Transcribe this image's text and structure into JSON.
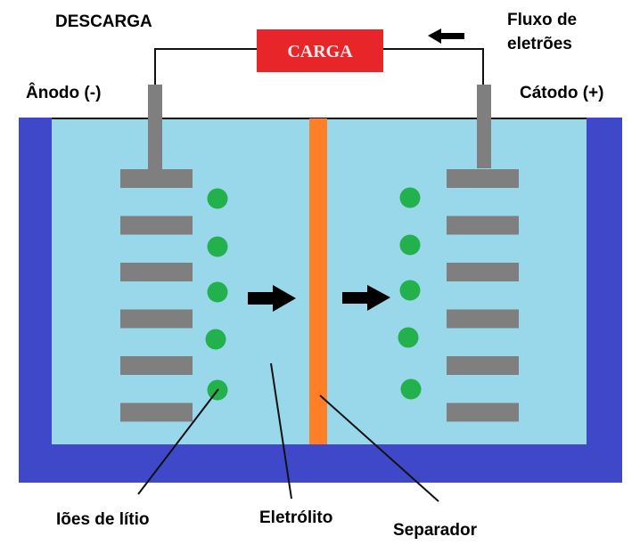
{
  "title": "Bateria de iões de lítio — descarga",
  "mode_label": "DESCARGA",
  "load_label": "CARGA",
  "electron_flow_label": "Fluxo de eletrões",
  "electron_flow_lines": [
    "Fluxo de",
    "eletrões"
  ],
  "anode_label": "Ânodo (-)",
  "cathode_label": "Cátodo (+)",
  "callouts": {
    "ions": "Iões de lítio",
    "electrolyte": "Eletrólito",
    "separator": "Separador"
  },
  "anode_plates_count": 6,
  "cathode_plates_count": 6,
  "anode_ions_count": 5,
  "cathode_ions_count": 5,
  "ion_flow_direction": "anode-to-cathode",
  "electron_flow_direction": "right-to-left",
  "colors": {
    "casing": "#3f48c8",
    "electrolyte": "#99d8ea",
    "separator": "#ff7f27",
    "electrode": "#7f7f7f",
    "ion": "#22b14c",
    "load_box": "#e8262a",
    "arrow": "#000000"
  }
}
